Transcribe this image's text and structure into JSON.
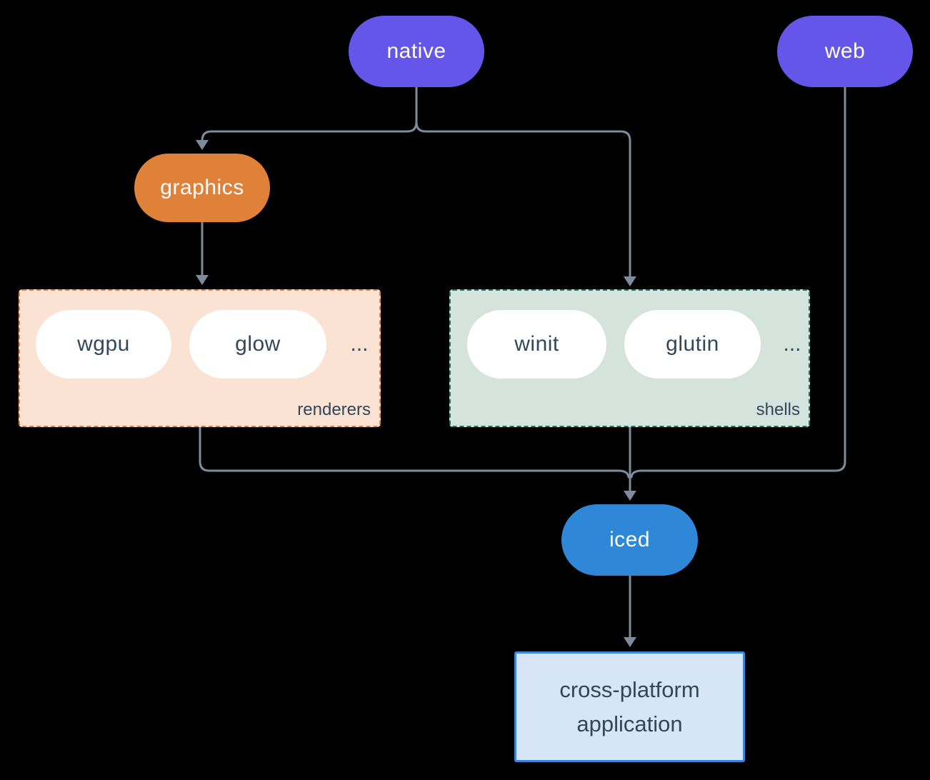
{
  "diagram": {
    "nodes": {
      "native": "native",
      "web": "web",
      "graphics": "graphics",
      "iced": "iced",
      "application": {
        "line1": "cross-platform",
        "line2": "application"
      }
    },
    "groups": {
      "renderers": {
        "label": "renderers",
        "pills": [
          "wgpu",
          "glow"
        ],
        "ellipsis": "..."
      },
      "shells": {
        "label": "shells",
        "pills": [
          "winit",
          "glutin"
        ],
        "ellipsis": "..."
      }
    },
    "colors": {
      "background": "#000000",
      "platform_pill": "#6456e9",
      "graphics_pill": "#e0813a",
      "iced_pill": "#2f88d7",
      "pill_text_light": "#ffffff",
      "text_dark": "#33475a",
      "renderers_bg": "#fae3d2",
      "renderers_border": "#e0803a",
      "shells_bg": "#d5e3dd",
      "shells_border": "#1a7565",
      "app_bg": "#d6e6f7",
      "app_border": "#3c86dd",
      "connector": "#7d8c9c"
    }
  }
}
